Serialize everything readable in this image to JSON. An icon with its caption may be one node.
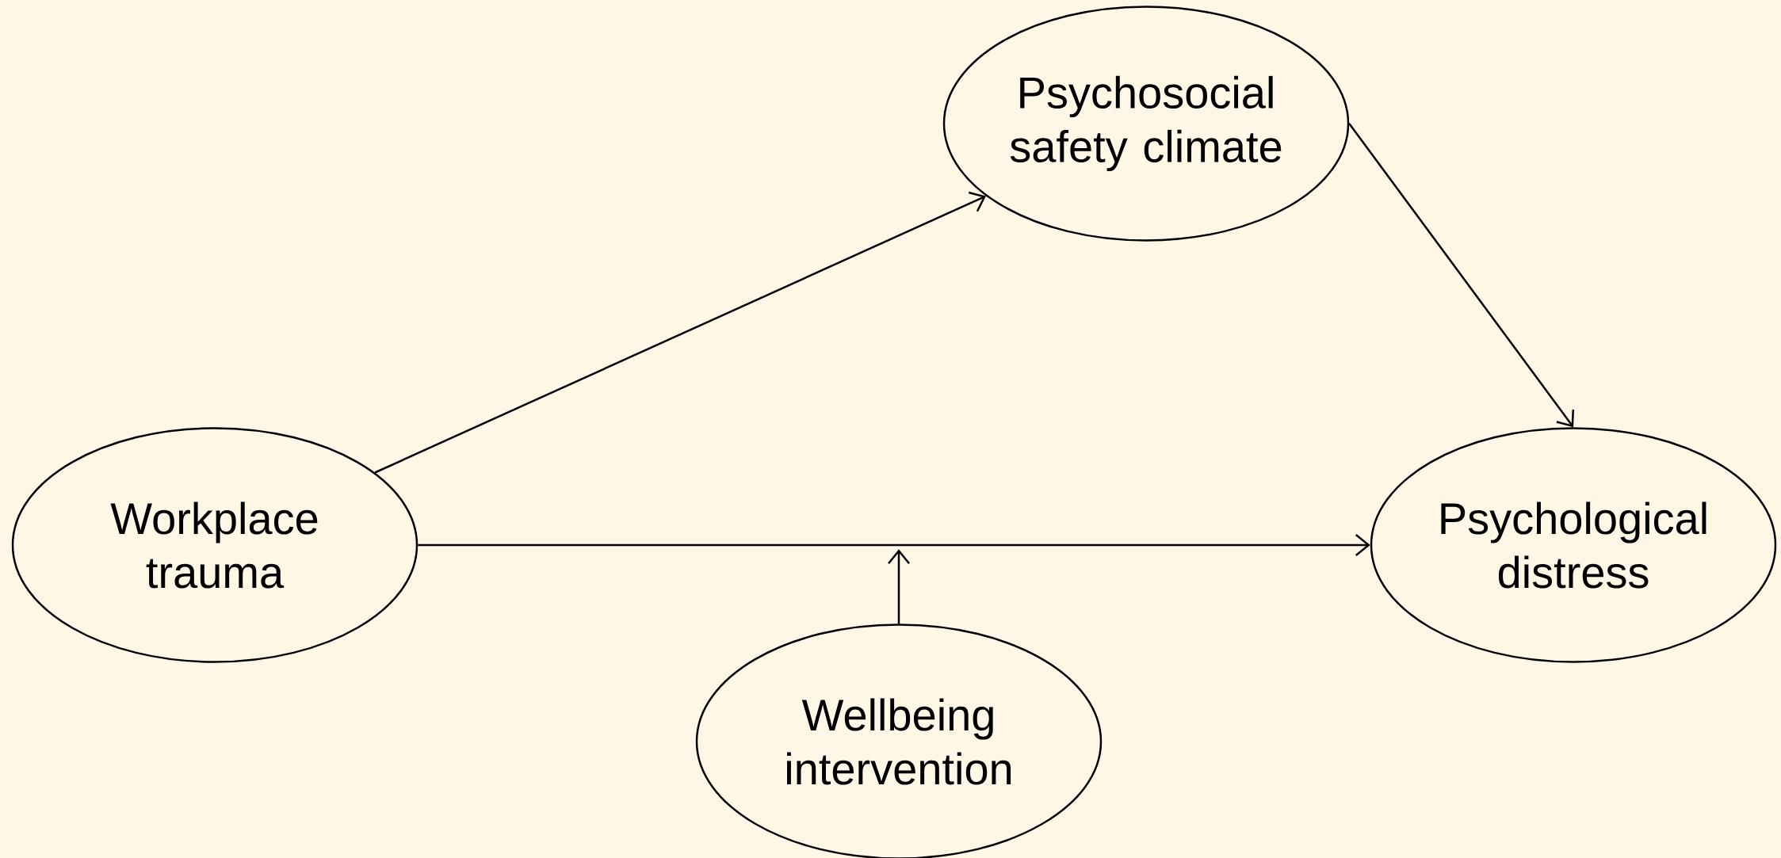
{
  "diagram": {
    "nodes": [
      {
        "text": [
          "Psychosocial safety climate"
        ]
      },
      {
        "text": [
          "Workplace trauma"
        ]
      },
      {
        "text": [
          "Psychological distress"
        ]
      },
      {
        "text": [
          "Wellbeing intervention"
        ]
      }
    ],
    "edges": [
      {
        "from": 1,
        "to": 0,
        "arrow": "to"
      },
      {
        "from": 0,
        "to": 2,
        "arrow": "to"
      },
      {
        "from": 1,
        "to": 2,
        "arrow": "to"
      },
      {
        "from": 3,
        "to": null,
        "arrow": "to"
      }
    ]
  }
}
